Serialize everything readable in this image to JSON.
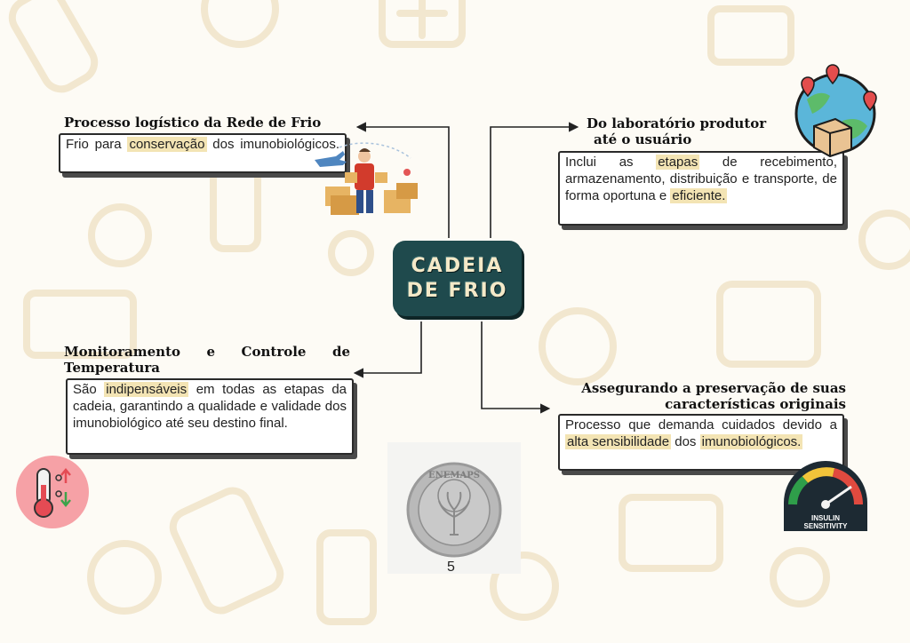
{
  "center": {
    "line1": "CADEIA",
    "line2": "DE FRIO"
  },
  "branches": [
    {
      "title": "Processo logístico da Rede de Frio",
      "segments": [
        {
          "t": "Frio para ",
          "hl": false
        },
        {
          "t": "conservação",
          "hl": true
        },
        {
          "t": " dos imunobiológicos.",
          "hl": false
        }
      ]
    },
    {
      "title_line1": "Do laboratório produtor",
      "title_line2": "até o usuário",
      "segments": [
        {
          "t": "Inclui as ",
          "hl": false
        },
        {
          "t": "etapas",
          "hl": true
        },
        {
          "t": " de recebimento, armazenamento, distribuição e transporte, de forma oportuna e ",
          "hl": false
        },
        {
          "t": "eficiente.",
          "hl": true
        }
      ]
    },
    {
      "title": "Monitoramento e Controle de Temperatura",
      "segments": [
        {
          "t": "São ",
          "hl": false
        },
        {
          "t": "indipensáveis",
          "hl": true
        },
        {
          "t": " em todas as etapas da cadeia, garantindo a qualidade e validade dos imunobiológico até seu destino final.",
          "hl": false
        }
      ]
    },
    {
      "title_line1": "Assegurando a preservação de suas",
      "title_line2": "características originais",
      "segments": [
        {
          "t": "Processo que demanda cuidados devido a ",
          "hl": false
        },
        {
          "t": "alta sensibilidade",
          "hl": true
        },
        {
          "t": " dos ",
          "hl": false
        },
        {
          "t": "imunobiológicos.",
          "hl": true
        }
      ]
    }
  ],
  "gauge": {
    "label_line1": "INSULIN",
    "label_line2": "SENSITIVITY"
  },
  "seal": {
    "text": "ENEMAPS"
  },
  "page_number": "5",
  "colors": {
    "center_bg": "#1f4a4d",
    "highlight": "#f3e4b4",
    "box_border": "#2a2a2a"
  }
}
